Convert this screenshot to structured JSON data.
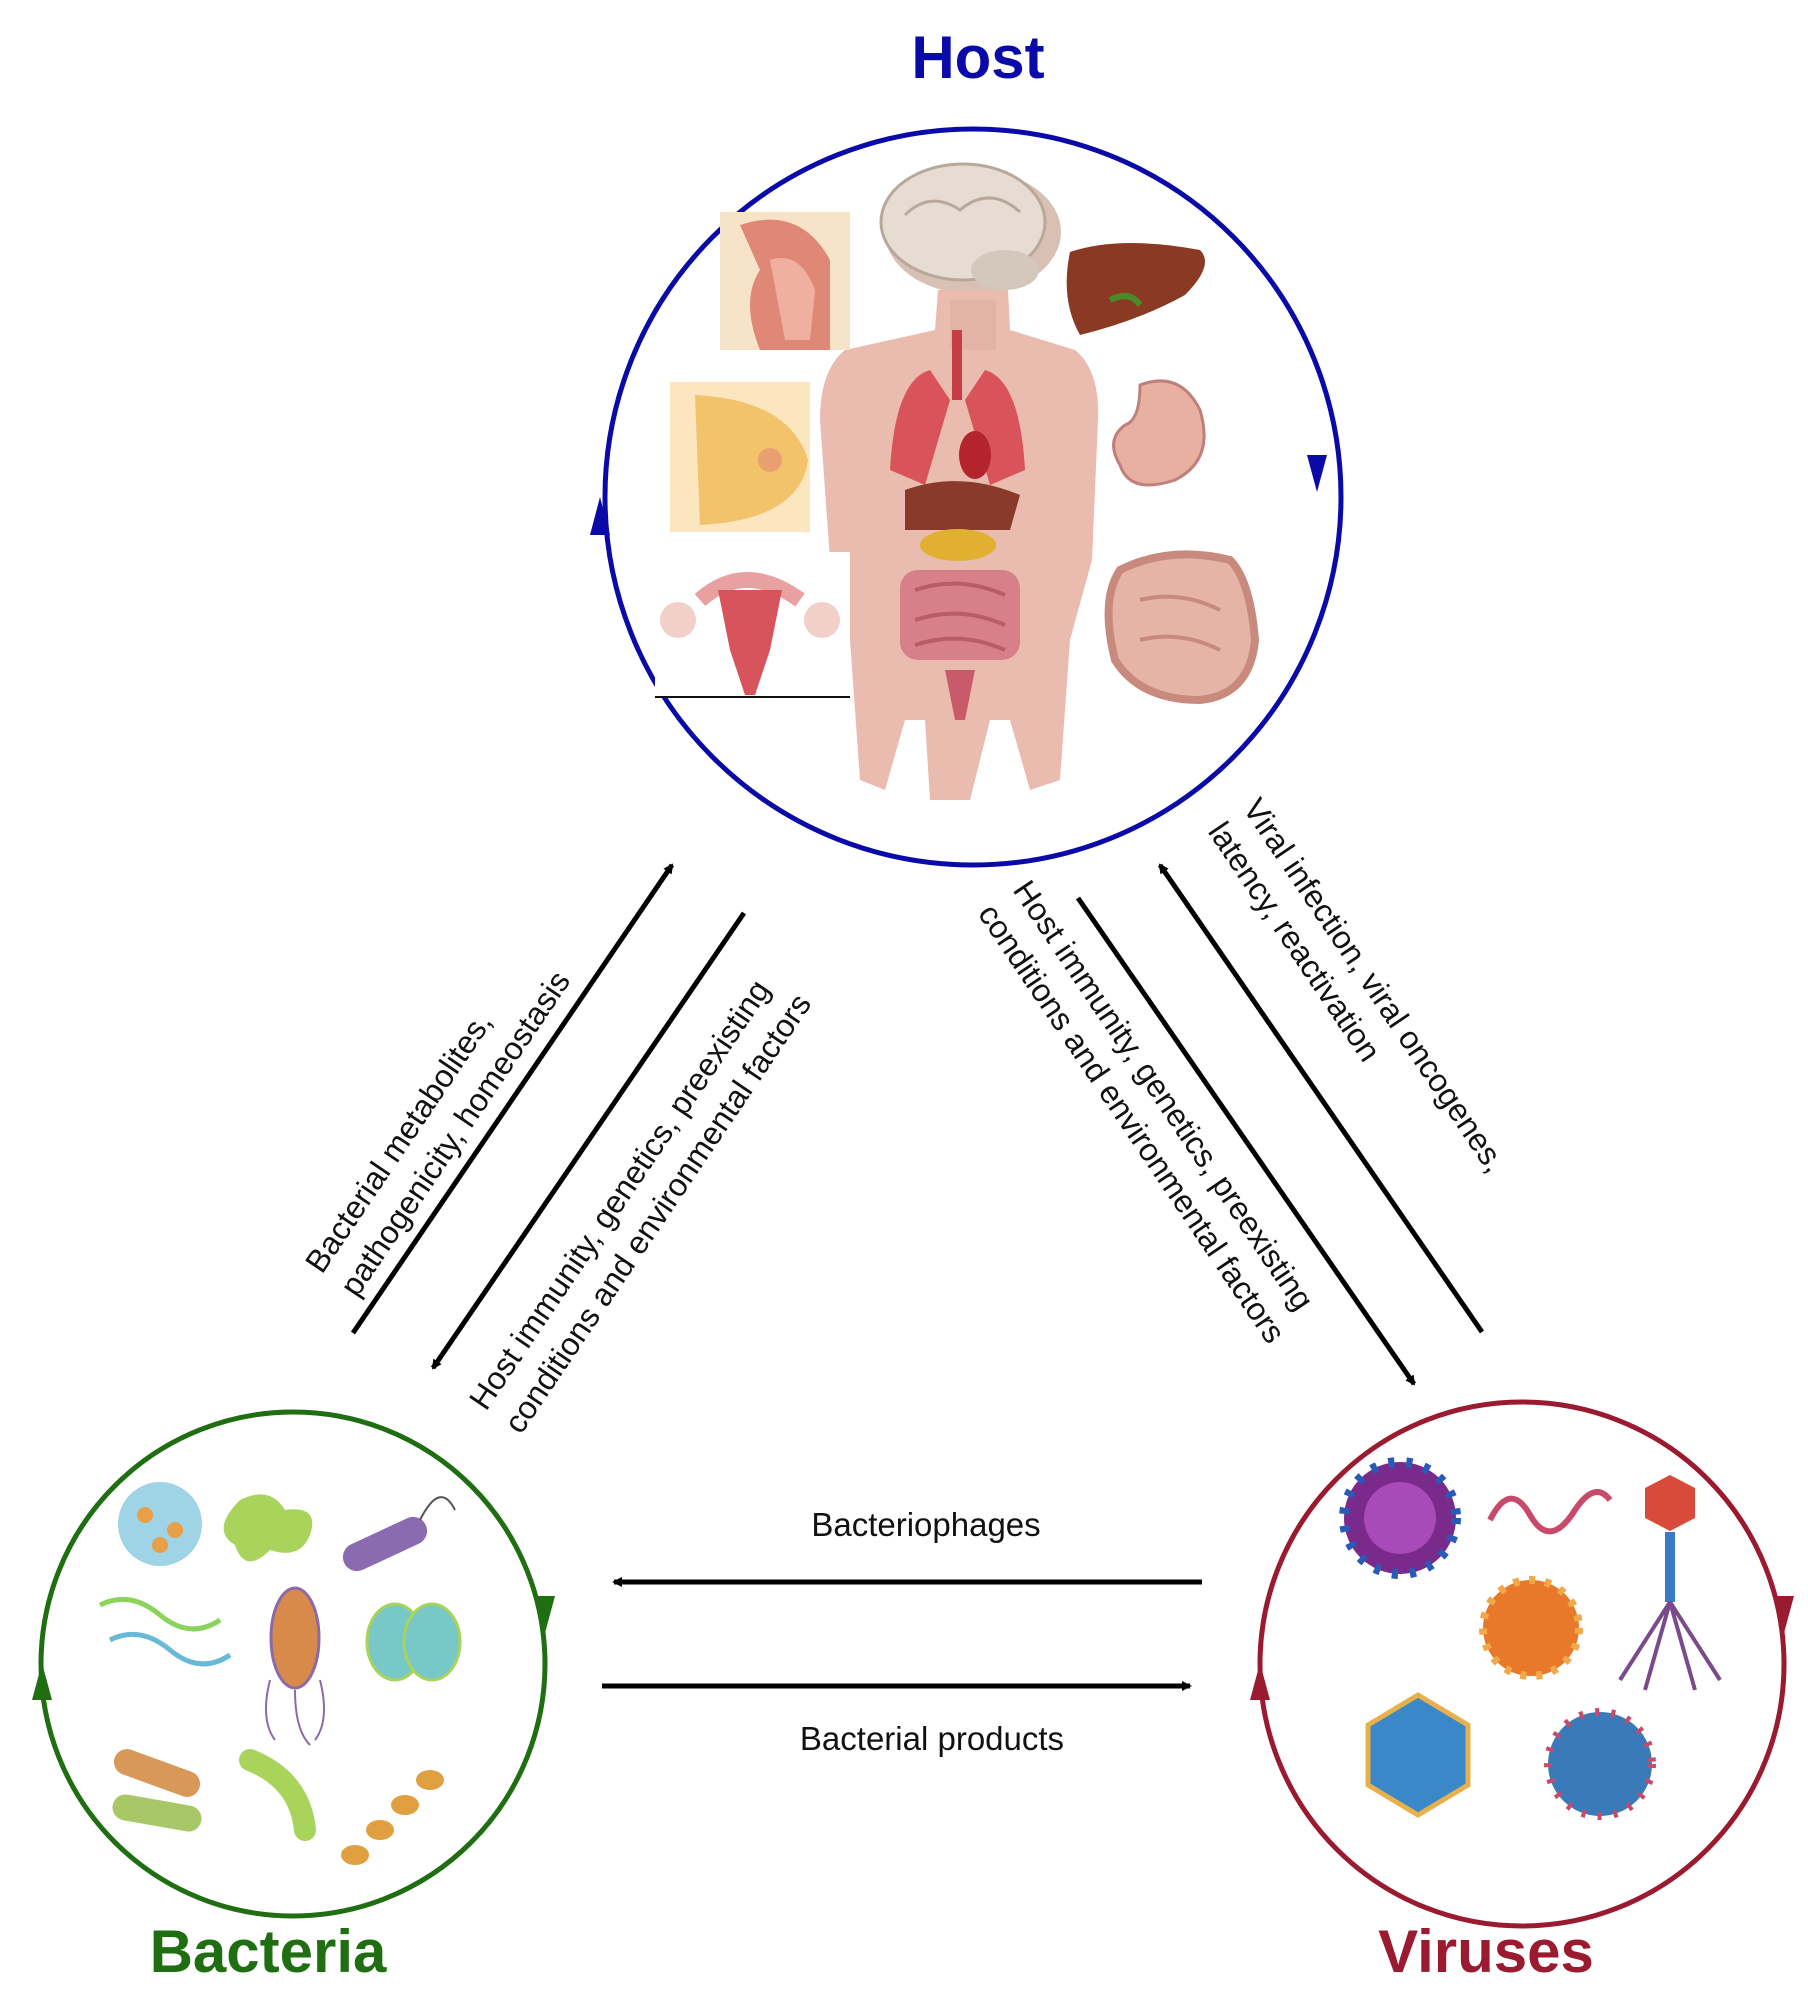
{
  "nodes": {
    "host": {
      "title": "Host",
      "color": "#0a0aa8"
    },
    "bacteria": {
      "title": "Bacteria",
      "color": "#1f6e12"
    },
    "viruses": {
      "title": "Viruses",
      "color": "#9a1a30"
    }
  },
  "edges": {
    "bacteria_to_host": [
      "Bacterial metabolites,",
      "pathogenicity, homeostasis"
    ],
    "host_to_bacteria": [
      "Host immunity, genetics, preexisting",
      "conditions and environmental factors"
    ],
    "host_to_viruses": [
      "Host immunity, genetics, preexisting",
      "conditions and environmental factors"
    ],
    "viruses_to_host": [
      "Viral infection, viral oncogenes,",
      "latency, reactivation"
    ],
    "viruses_to_bacteria": "Bacteriophages",
    "bacteria_to_viruses": "Bacterial products"
  },
  "icons": {
    "host": [
      "brain-icon",
      "head-neck-icon",
      "liver-icon",
      "breast-icon",
      "stomach-icon",
      "uterus-icon",
      "colon-icon",
      "body-silhouette-icon",
      "lungs-icon",
      "intestine-icon"
    ],
    "bacteria": [
      "coccus-icon",
      "amoeba-icon",
      "flagellated-bacillus-icon",
      "spirochete-icon",
      "peritrichous-bacterium-icon",
      "diplococcus-icon",
      "bacillus-icon",
      "vibrio-icon",
      "streptobacillus-icon"
    ],
    "viruses": [
      "spiked-virus-icon",
      "rna-strand-icon",
      "bacteriophage-icon",
      "round-virus-icon",
      "icosahedral-virus-icon",
      "corona-virus-icon"
    ]
  }
}
